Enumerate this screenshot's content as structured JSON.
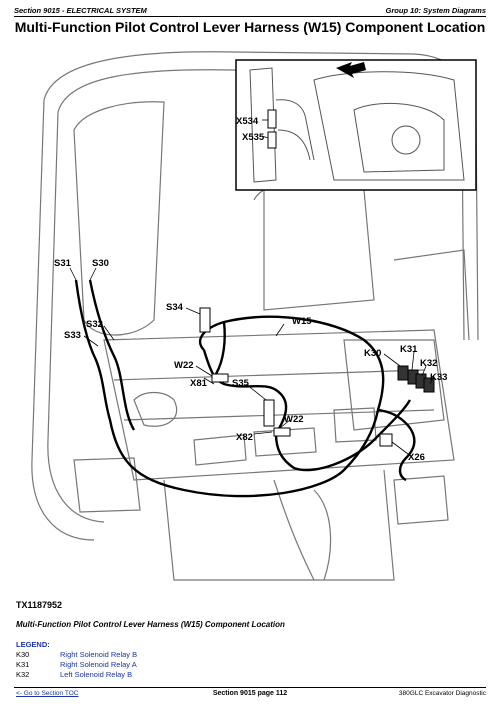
{
  "header": {
    "section": "Section 9015 - ELECTRICAL SYSTEM",
    "group": "Group 10: System Diagrams"
  },
  "title": "Multi-Function Pilot Control Lever Harness (W15) Component Location",
  "figure": {
    "id": "TX1187952",
    "callouts": [
      "S31",
      "S30",
      "S34",
      "S32",
      "S33",
      "W15",
      "W22",
      "X81",
      "S35",
      "W22",
      "X82",
      "K30",
      "K31",
      "K32",
      "K33",
      "X26",
      "X534",
      "X535"
    ]
  },
  "caption": "Multi-Function Pilot Control Lever Harness (W15) Component Location",
  "legend": {
    "title": "LEGEND:",
    "items": [
      {
        "code": "K30",
        "desc": "Right Solenoid Relay B"
      },
      {
        "code": "K31",
        "desc": "Right Solenoid Relay A"
      },
      {
        "code": "K32",
        "desc": "Left Solenoid Relay B"
      }
    ]
  },
  "footer": {
    "toc_link": "<- Go to Section TOC",
    "page": "Section 9015 page 112",
    "model": "380GLC Excavator Diagnostic"
  },
  "colors": {
    "text": "#000000",
    "legend_blue": "#1a33a8"
  }
}
